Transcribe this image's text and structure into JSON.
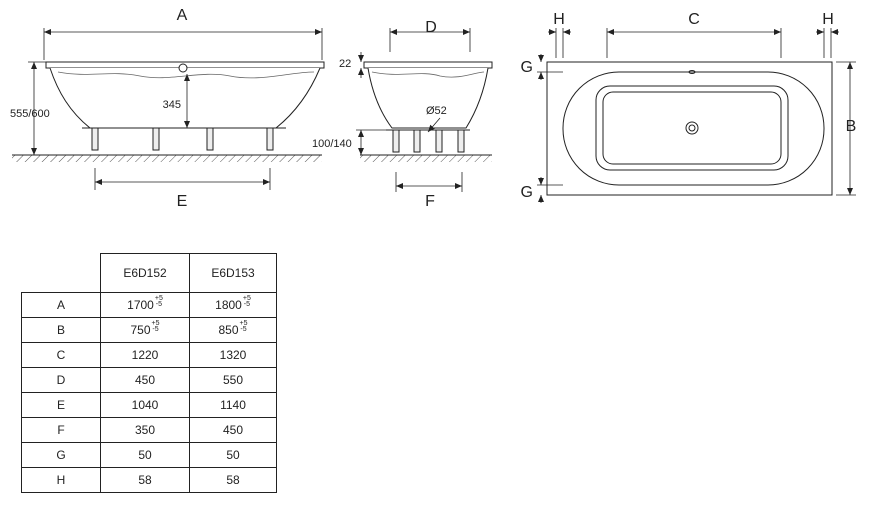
{
  "labels": {
    "A": "A",
    "B": "B",
    "C": "C",
    "D": "D",
    "E": "E",
    "F": "F",
    "G": "G",
    "H": "H",
    "height": "555/600",
    "inner_height": "345",
    "rim": "22",
    "leg_diameter": "Ø52",
    "leg_height": "100/140"
  },
  "table": {
    "columns": [
      "E6D152",
      "E6D153"
    ],
    "rows": [
      {
        "label": "A",
        "v1": "1700",
        "v2": "1800",
        "tol_up": "+5",
        "tol_down": "-5"
      },
      {
        "label": "B",
        "v1": "750",
        "v2": "850",
        "tol_up": "+5",
        "tol_down": "-5"
      },
      {
        "label": "C",
        "v1": "1220",
        "v2": "1320"
      },
      {
        "label": "D",
        "v1": "450",
        "v2": "550"
      },
      {
        "label": "E",
        "v1": "1040",
        "v2": "1140"
      },
      {
        "label": "F",
        "v1": "350",
        "v2": "450"
      },
      {
        "label": "G",
        "v1": "50",
        "v2": "50"
      },
      {
        "label": "H",
        "v1": "58",
        "v2": "58"
      }
    ]
  }
}
